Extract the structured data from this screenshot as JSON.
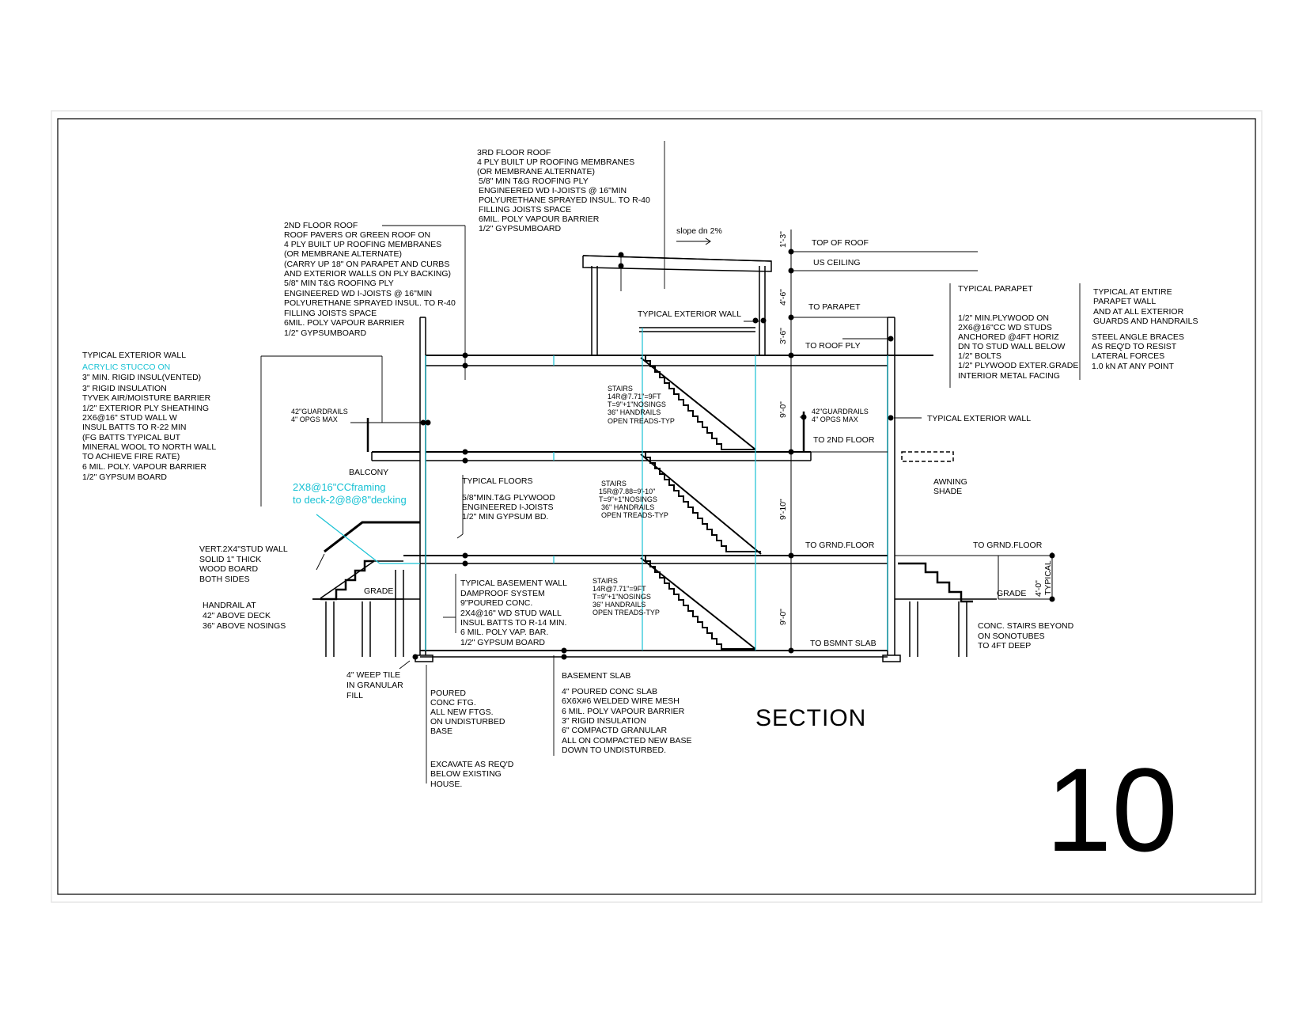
{
  "sheet": {
    "title": "SECTION",
    "number": "10"
  },
  "notes": {
    "roof3": [
      "3RD FLOOR ROOF",
      "4 PLY BUILT UP ROOFING MEMBRANES",
      "(OR MEMBRANE ALTERNATE)",
      "5/8\" MIN T&G ROOFING PLY",
      " ENGINEERED WD   I-JOISTS @ 16\"MIN",
      " POLYURETHANE SPRAYED INSUL. TO R-40",
      " FILLING JOISTS SPACE",
      " 6MIL. POLY VAPOUR BARRIER",
      " 1/2\" GYPSUMBOARD"
    ],
    "roof2": [
      "2ND FLOOR ROOF",
      "ROOF PAVERS OR GREEN ROOF ON",
      "4 PLY BUILT UP ROOFING MEMBRANES",
      "(OR MEMBRANE ALTERNATE)",
      "(CARRY UP 18\" ON PARAPET AND CURBS",
      "AND EXTERIOR WALLS ON PLY BACKING)",
      "5/8\" MIN T&G ROOFING PLY",
      "ENGINEERED WD   I-JOISTS @ 16\"MIN",
      "POLYURETHANE SPRAYED INSUL. TO R-40",
      "FILLING JOISTS SPACE",
      "6MIL. POLY VAPOUR BARRIER",
      "1/2\" GYPSUMBOARD"
    ],
    "ext_wall_title": "TYPICAL EXTERIOR WALL",
    "ext_wall_cyan": "ACRYLIC STUCCO ON",
    "ext_wall": [
      "3\" MIN. RIGID INSUL(VENTED)",
      " 3\" RIGID INSULATION",
      "TYVEK AIR/MOISTURE BARRIER",
      "1/2\" EXTERIOR PLY SHEATHING",
      "2X6@16\" STUD WALL W",
      " INSUL BATTS TO   R-22 MIN",
      "(FG BATTS TYPICAL BUT",
      "MINERAL WOOL TO NORTH WALL",
      "TO ACHIEVE FIRE RATE)",
      "6 MIL. POLY. VAPOUR BARRIER",
      "1/2\" GYPSUM BOARD"
    ],
    "deck_cyan": [
      "2X8@16\"CCframing",
      "to deck-2@8@8\"decking"
    ],
    "stud_wall": [
      "VERT.2X4\"STUD WALL",
      "SOLID 1\" THICK",
      "WOOD BOARD",
      "BOTH SIDES"
    ],
    "handrail": [
      "HANDRAIL AT",
      "42\" ABOVE DECK",
      "36\" ABOVE NOSINGS"
    ],
    "guardrails": [
      "42\"GUARDRAILS",
      "4\" OPGS MAX"
    ],
    "balcony": "BALCONY",
    "grade": "GRADE",
    "typical_floors": [
      "TYPICAL FLOORS",
      "",
      "5/8\"MIN.T&G PLYWOOD",
      "ENGINEERED I-JOISTS",
      " 1/2\" MIN GYPSUM BD."
    ],
    "basement_wall": [
      "TYPICAL BASEMENT WALL",
      "DAMPROOF SYSTEM",
      "9\"POURED CONC.",
      "2X4@16\" WD STUD WALL",
      "INSUL BATTS TO R-14 MIN.",
      "6 MIL. POLY VAP. BAR.",
      "1/2\" GYPSUM BOARD"
    ],
    "weep_tile": [
      "4\" WEEP TILE",
      "IN GRANULAR",
      "FILL"
    ],
    "footing": [
      "POURED",
      "CONC FTG.",
      "ALL NEW FTGS.",
      "ON UNDISTURBED",
      "BASE",
      "",
      "EXCAVATE AS REQ'D",
      "BELOW EXISTING",
      "HOUSE."
    ],
    "slab": [
      "BASEMENT SLAB",
      "",
      "4\" POURED CONC SLAB",
      "6X6X#6 WELDED WIRE MESH",
      "6 MIL. POLY VAPOUR BARRIER",
      "3\" RIGID INSULATION",
      "6\" COMPACTD GRANULAR",
      "ALL ON COMPACTED NEW BASE",
      "DOWN TO UNDISTURBED."
    ],
    "stairs_top": [
      "STAIRS",
      "14R@7.71\"=9FT",
      "T=9\"+1\"NOSINGS",
      "36\" HANDRAILS",
      " OPEN TREADS-TYP"
    ],
    "stairs_mid": [
      "STAIRS",
      "15R@7.88=9'-10\"",
      "  T=9\"+1\"NOSINGS",
      "36\" HANDRAILS",
      " OPEN TREADS-TYP"
    ],
    "stairs_low": [
      "STAIRS",
      "14R@7.71\"=9FT",
      "T=9\"+1\"NOSINGS",
      "36\" HANDRAILS",
      " OPEN TREADS-TYP"
    ],
    "slope": "slope dn 2%",
    "typ_ext_wall_upper": "TYPICAL EXTERIOR WALL",
    "typ_ext_wall_right": "TYPICAL EXTERIOR WALL",
    "parapet": [
      "TYPICAL PARAPET",
      "",
      "1/2\" MIN.PLYWOOD ON",
      "2X6@16\"CC WD STUDS",
      "ANCHORED @4FT HORIZ",
      "DN TO STUD WALL BELOW",
      "1/2\" BOLTS",
      "1/2\" PLYWOOD EXTER.GRADE",
      "INTERIOR METAL FACING"
    ],
    "parapet_right": [
      "TYPICAL AT ENTIRE",
      "PARAPET WALL",
      "AND AT ALL EXTERIOR",
      "GUARDS AND HANDRAILS",
      "",
      "STEEL ANGLE BRACES",
      "AS  REQ'D TO RESIST",
      "LATERAL FORCES",
      "1.0 kN AT ANY POINT"
    ],
    "awning": [
      "AWNING",
      "SHADE"
    ],
    "conc_stairs": [
      "CONC. STAIRS BEYOND",
      "ON SONOTUBES",
      "TO 4FT DEEP"
    ],
    "typical_vert": "TYPICAL"
  },
  "levels": {
    "top_of_roof": "TOP OF ROOF",
    "us_ceiling": "US CEILING",
    "to_parapet": "TO PARAPET",
    "to_roof_ply": "TO ROOF PLY",
    "to_2nd_floor": "TO 2ND FLOOR",
    "to_grnd_floor": "TO GRND.FLOOR",
    "to_grnd_floor_right": "TO GRND.FLOOR",
    "to_bsmnt_slab": "TO BSMNT SLAB",
    "grade_right": "GRADE"
  },
  "dimensions": {
    "d_roof": "1'-3\"",
    "d_parapet_top": "4'-6\"",
    "d_parapet": "3'-6\"",
    "d_upper": "9'-0\"",
    "d_middle": "9'-10\"",
    "d_basement": "9'-0\"",
    "d_grade": "4'-0\""
  },
  "colors": {
    "line": "#000000",
    "accent": "#19c2d4",
    "border": "#000000"
  }
}
